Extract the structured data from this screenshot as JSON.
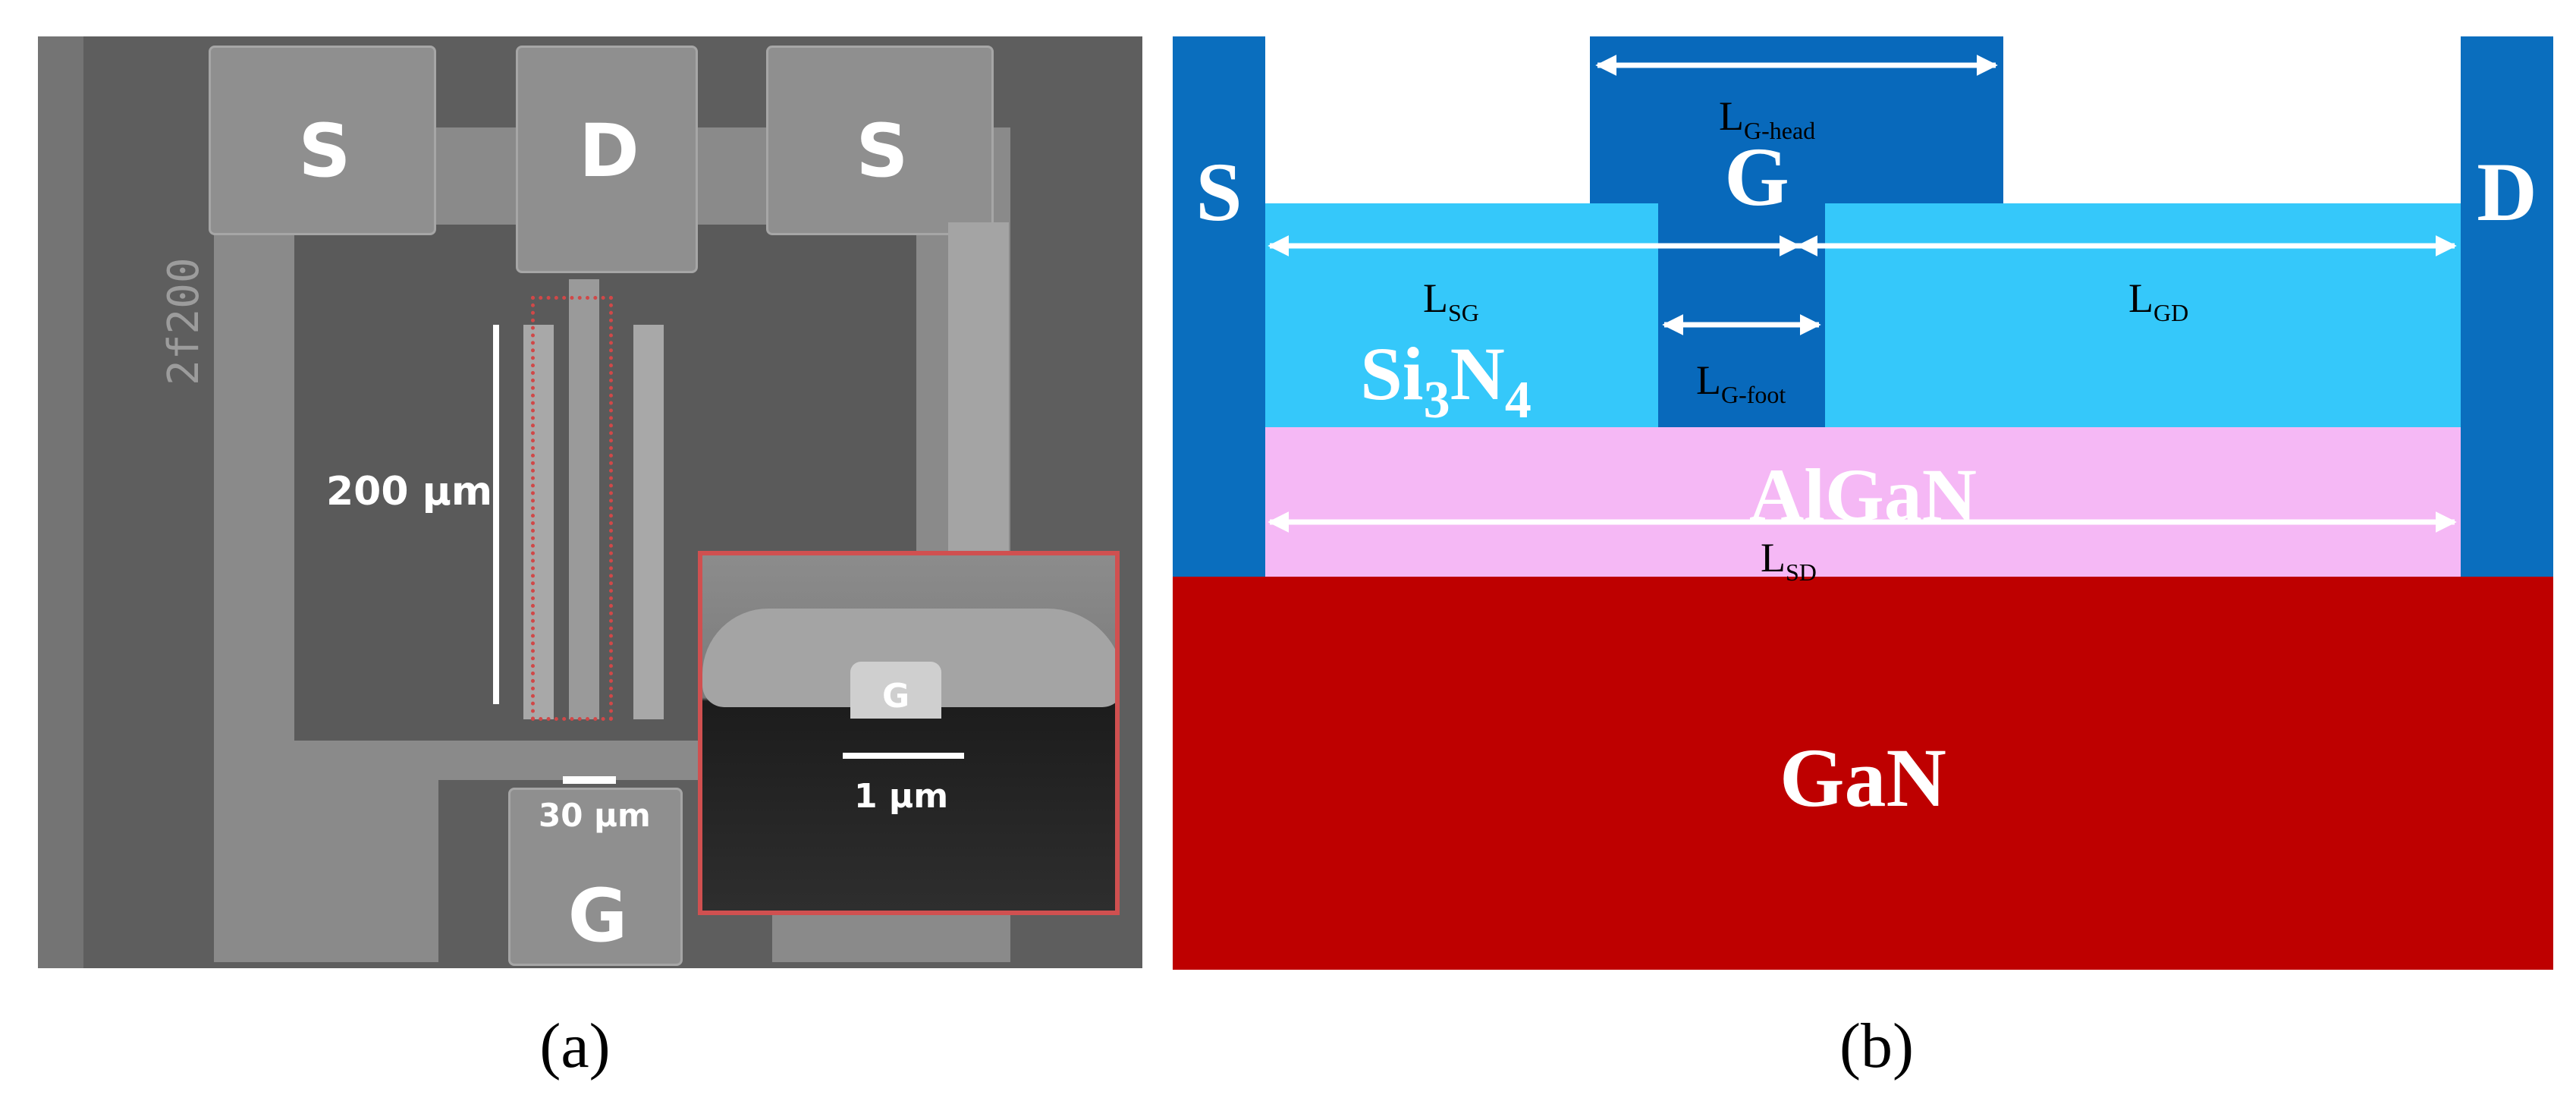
{
  "panel_a": {
    "caption": "(a)",
    "pads": {
      "source_left": "S",
      "drain": "D",
      "source_right": "S",
      "gate": "G"
    },
    "side_text": "2f200",
    "scale_200": "200 µm",
    "scale_30": "30 µm",
    "inset": {
      "gate_label": "G",
      "scale": "1 µm"
    }
  },
  "panel_b": {
    "caption": "(b)",
    "source": "S",
    "drain": "D",
    "gate": "G",
    "passivation": {
      "base": "Si",
      "sub1": "3",
      "mid": "N",
      "sub2": "4"
    },
    "barrier": "AlGaN",
    "buffer": "GaN",
    "dims": {
      "g_head": {
        "base": "L",
        "sub": "G-head"
      },
      "sg": {
        "base": "L",
        "sub": "SG"
      },
      "gd": {
        "base": "L",
        "sub": "GD"
      },
      "g_foot": {
        "base": "L",
        "sub": "G-foot"
      },
      "sd": {
        "base": "L",
        "sub": "SD"
      }
    },
    "colors": {
      "electrode": "#0a6ebe",
      "gate": "#0869bb",
      "si3n4": "#35c8fa",
      "algan": "#f5b8f5",
      "gan": "#be0000"
    }
  }
}
